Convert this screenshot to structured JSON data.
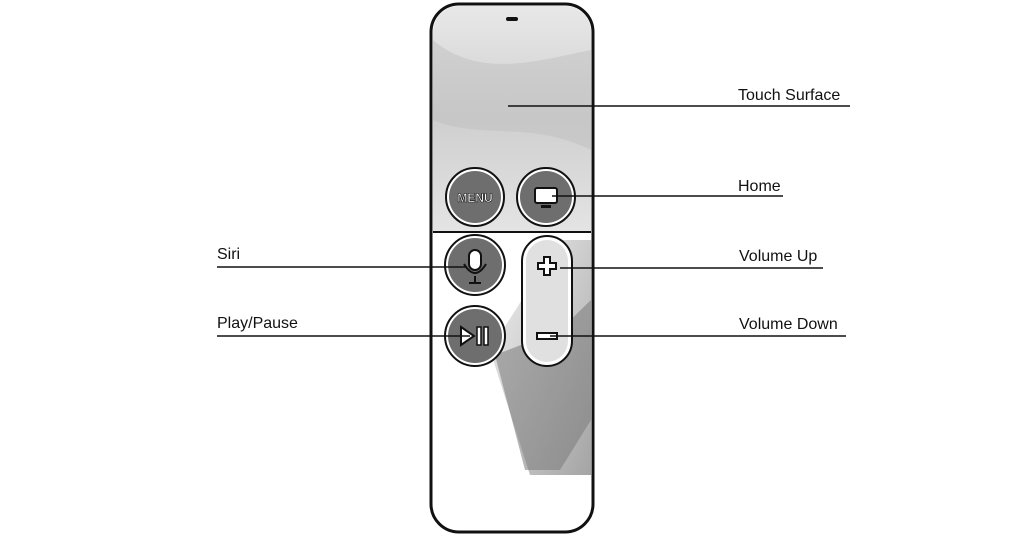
{
  "labels": {
    "touch_surface": "Touch Surface",
    "home": "Home",
    "siri": "Siri",
    "volume_up": "Volume Up",
    "play_pause": "Play/Pause",
    "volume_down": "Volume Down",
    "menu_button_text": "MENU"
  },
  "colors": {
    "outline": "#111111",
    "remote_body": "#ffffff",
    "touch_surface_shade": "#d9d9d9",
    "button_fill": "#6e6e6e",
    "button_ring": "#ffffff",
    "leader_line": "#111111"
  },
  "icons": {
    "home": "tv-screen-icon",
    "siri": "microphone-icon",
    "play_pause": "play-pause-icon",
    "volume_up": "plus-icon",
    "volume_down": "minus-icon"
  }
}
